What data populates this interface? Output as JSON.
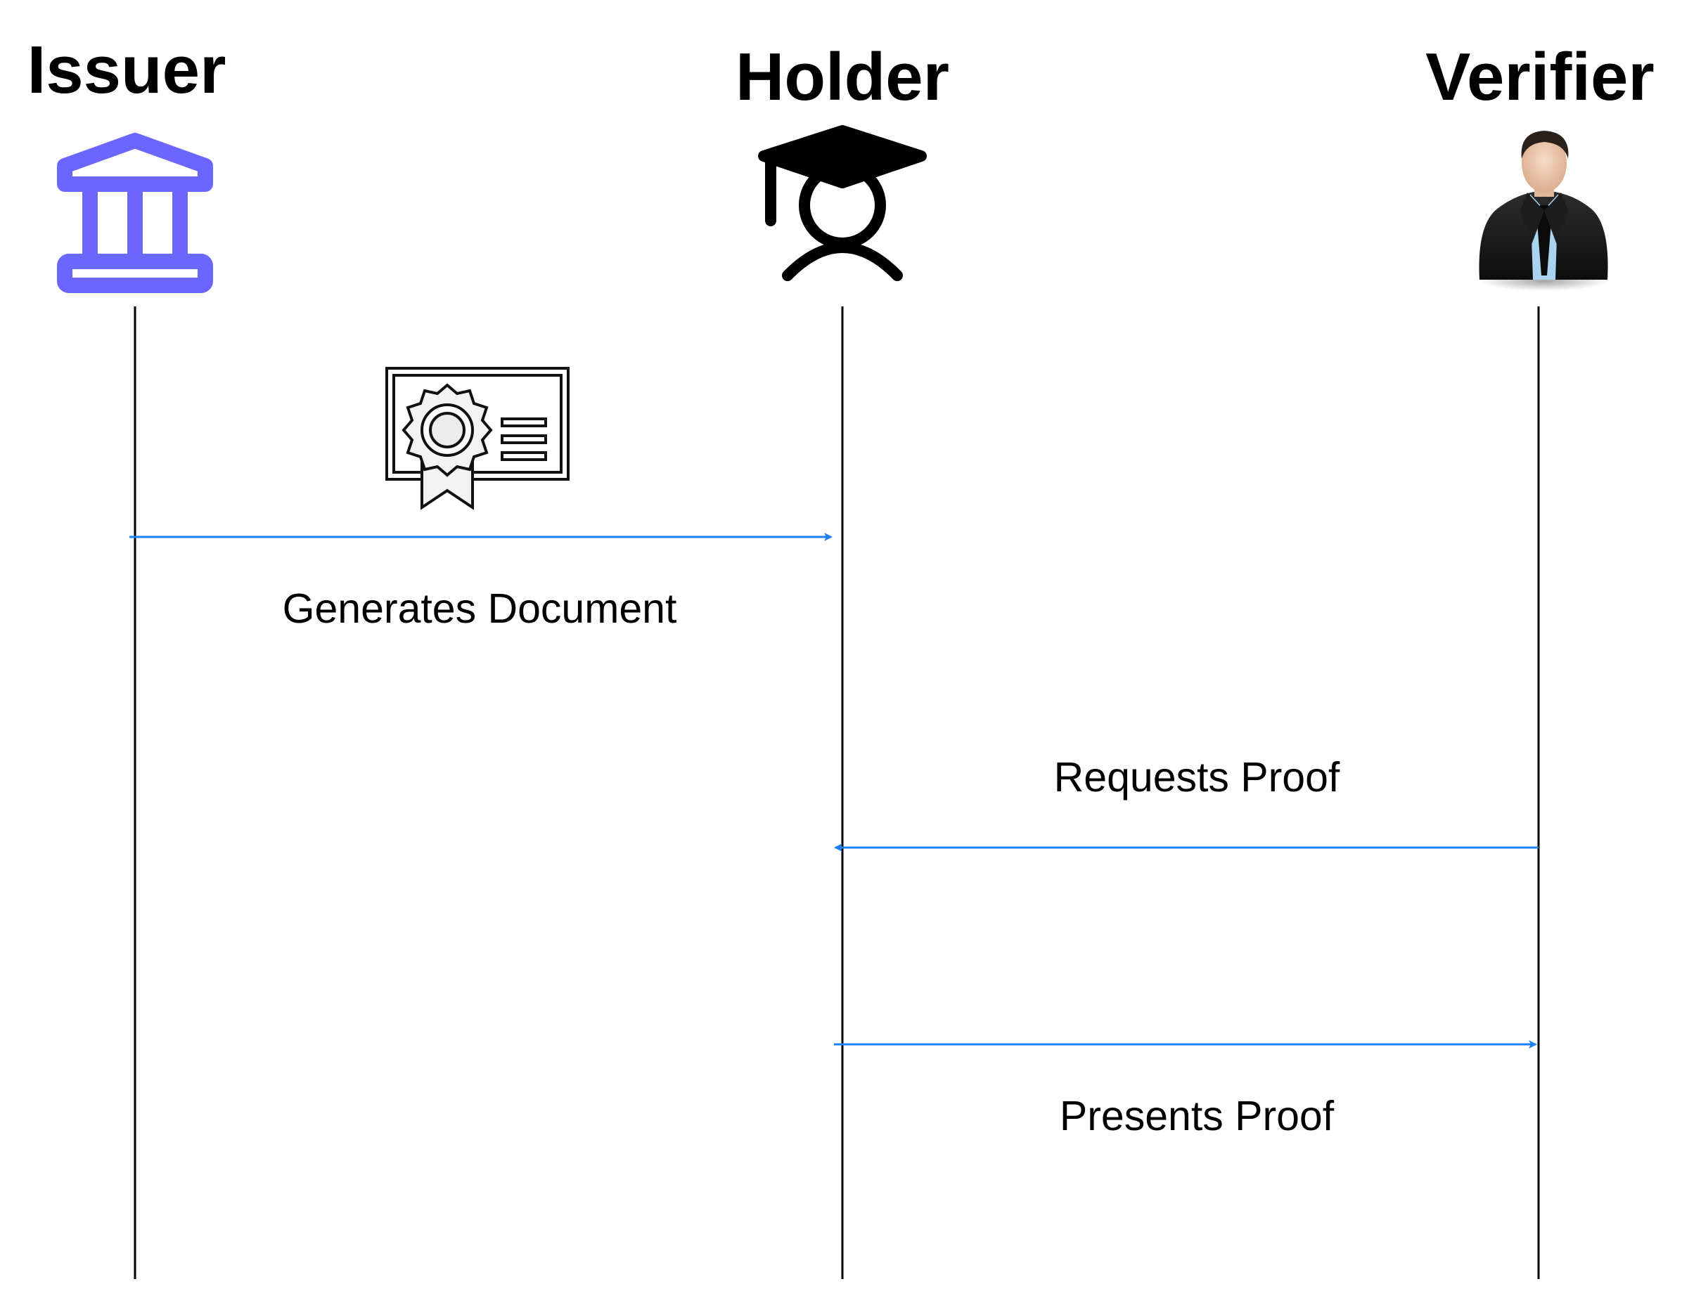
{
  "actors": [
    {
      "id": "issuer",
      "title": "Issuer",
      "icon": "bank-icon",
      "icon_color": "#6B66FF"
    },
    {
      "id": "holder",
      "title": "Holder",
      "icon": "graduate-student-icon",
      "icon_color": "#000000"
    },
    {
      "id": "verifier",
      "title": "Verifier",
      "icon": "businessman-icon",
      "icon_color": "#1f1f1f"
    }
  ],
  "messages": [
    {
      "from": "issuer",
      "to": "holder",
      "label": "Generates Document",
      "icon": "certificate-icon"
    },
    {
      "from": "verifier",
      "to": "holder",
      "label": "Requests Proof"
    },
    {
      "from": "holder",
      "to": "verifier",
      "label": "Presents Proof"
    }
  ],
  "colors": {
    "arrow": "#1E7FF2",
    "lifeline": "#000000",
    "issuer_icon": "#6B66FF"
  }
}
